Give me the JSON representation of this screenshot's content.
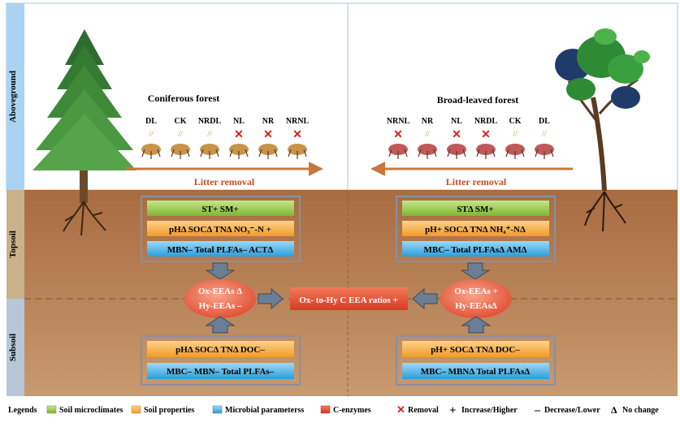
{
  "side_labels": {
    "aboveground": "Aboveground",
    "topsoil": "Topsoil",
    "subsoil": "Subsoil"
  },
  "left": {
    "forest_title": "Coniferous forest",
    "treatments": [
      "DL",
      "CK",
      "NRDL",
      "NL",
      "NR",
      "NRNL"
    ],
    "arrow_label": "Litter    removal",
    "topsoil": {
      "row1": "ST+   SM+",
      "row2": "pHΔ  SOCΔ   TNΔ   NO₃⁻-N +",
      "row3": "MBN–   Total PLFAs–     ACTΔ"
    },
    "enzymes": {
      "ox": "Ox-EEAs Δ",
      "hy": "Hy-EEAs –"
    },
    "subsoil": {
      "row1": "pHΔ   SOCΔ    TNΔ    DOC–",
      "row2": "MBC–    MBN–    Total PLFAs–"
    }
  },
  "right": {
    "forest_title": "Broad-leaved forest",
    "treatments": [
      "NRNL",
      "NR",
      "NL",
      "NRDL",
      "CK",
      "DL"
    ],
    "arrow_label": "Litter    removal",
    "topsoil": {
      "row1": "STΔ   SM+",
      "row2": "pH+    SOCΔ    TNΔ   NH₄⁺-NΔ",
      "row3": "MBC–    Total PLFAsΔ    AMΔ"
    },
    "enzymes": {
      "ox": "Ox-EEAs +",
      "hy": "Hy-EEAsΔ"
    },
    "subsoil": {
      "row1": "pH+    SOCΔ    TNΔ    DOC–",
      "row2": "MBC–    MBNΔ   Total PLFAsΔ"
    }
  },
  "center": {
    "ratio_label": "Ox- to-Hy C EEA ratios +"
  },
  "legend": {
    "title": "Legends",
    "items": [
      {
        "label": "Soil microclimates",
        "color": "#8dc63f"
      },
      {
        "label": "Soil properties",
        "color": "#f7a833"
      },
      {
        "label": "Microbial parameterss",
        "color": "#29a3e0"
      },
      {
        "label": "C-enzymes",
        "color": "#e04a2a"
      }
    ],
    "removal": "Removal",
    "increase": "Increase/Higher",
    "decrease": "Decrease/Lower",
    "nochange": "No change"
  },
  "colors": {
    "soil": "#b07850",
    "side_bar": "#a9d3f0",
    "green": "#8dc63f",
    "orange": "#f7a833",
    "blue": "#29a3e0",
    "red": "#e04a2a",
    "arrow": "#c8783c"
  }
}
